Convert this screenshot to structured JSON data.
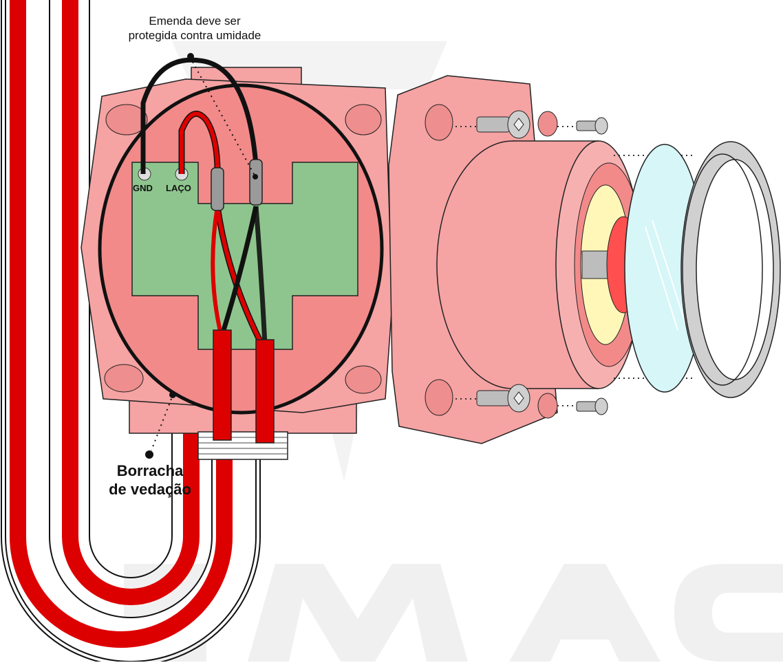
{
  "annotations": {
    "splice_note_line1": "Emenda deve ser",
    "splice_note_line2": "protegida contra umidade",
    "gasket_label_line1": "Borracha",
    "gasket_label_line2": "de vedação"
  },
  "terminals": {
    "gnd": "GND",
    "loop": "LAÇO"
  },
  "colors": {
    "housing": "#f5a3a3",
    "housing_dark": "#ee8e8e",
    "board": "#8ec58e",
    "wire_red": "#dd0000",
    "wire_black": "#111111",
    "lens": "#d6f6f8",
    "ring": "#d0d0d0",
    "watermark": "#f2f2f2"
  }
}
